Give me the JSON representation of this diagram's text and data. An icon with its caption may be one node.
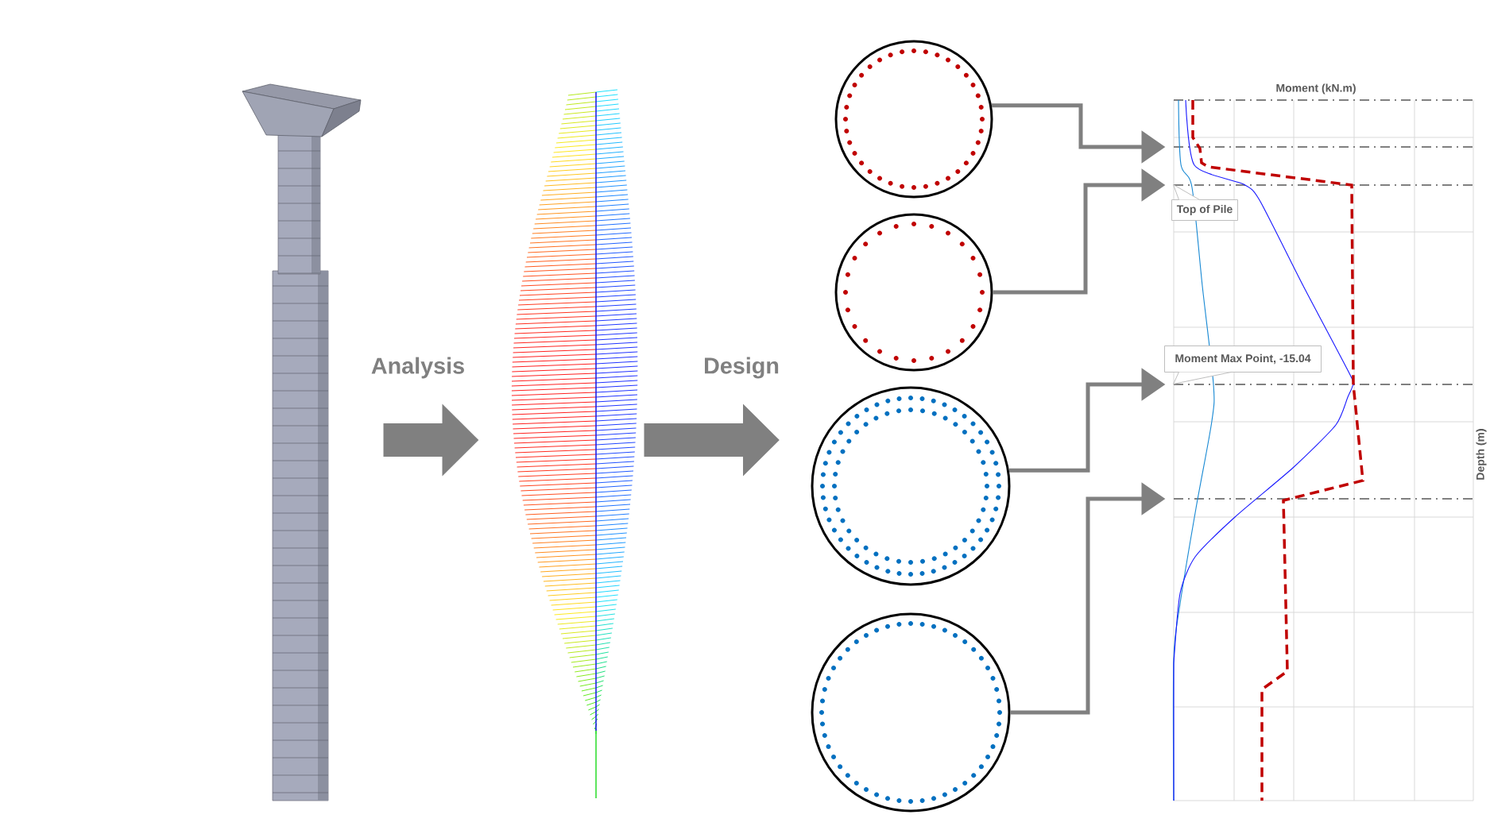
{
  "diagram": {
    "nodes": [
      {
        "text": [],
        "shape": "picture"
      },
      {
        "text": [],
        "shape": "picture"
      },
      {
        "text": [],
        "shape": "circle"
      },
      {
        "text": [],
        "shape": "circle"
      },
      {
        "text": [],
        "shape": "circle"
      },
      {
        "text": [],
        "shape": "circle"
      },
      {
        "text": [
          "Moment (kN.m)",
          "Depth (m)"
        ]
      },
      {
        "text": [
          "Top of Pile"
        ],
        "in": 6
      },
      {
        "text": [
          "Moment Max Point, -15.04"
        ],
        "in": 6
      }
    ],
    "edges": [
      {
        "from": 0,
        "to": 1,
        "arrow": "to",
        "label": "Analysis",
        "style": "thick"
      },
      {
        "from": 1,
        "to": null,
        "arrow": "to",
        "label": "Design",
        "style": "thick"
      },
      {
        "from": 2,
        "to": 6,
        "arrow": "to"
      },
      {
        "from": 3,
        "to": 6,
        "arrow": "to"
      },
      {
        "from": 4,
        "to": 6,
        "arrow": "to"
      },
      {
        "from": 5,
        "to": 6,
        "arrow": "to"
      }
    ]
  }
}
